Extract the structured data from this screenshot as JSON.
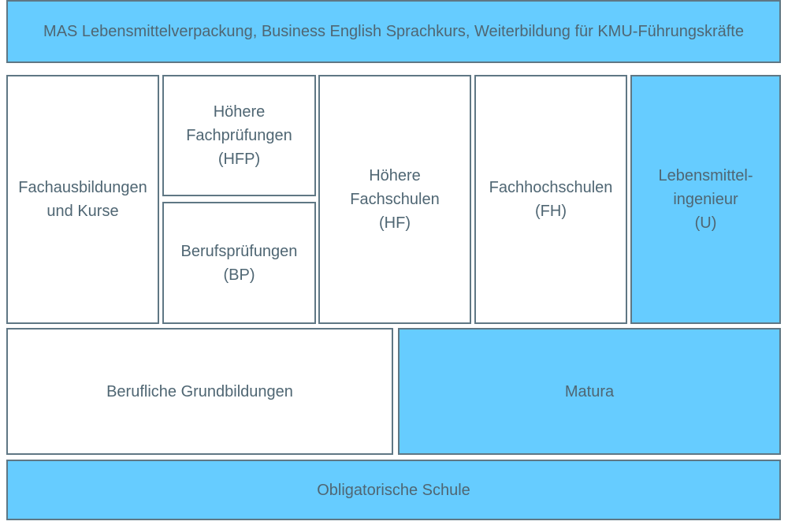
{
  "diagram": {
    "top_bar": "MAS Lebensmittelverpackung, Business English Sprachkurs, Weiterbildung für KMU-Führungskräfte",
    "fachausbildungen": "Fachausbildungen\nund Kurse",
    "hoehere_fachpruefungen": "Höhere\nFachprüfungen\n(HFP)",
    "berufspruefungen": "Berufsprüfungen\n(BP)",
    "hoehere_fachschulen": "Höhere\nFachschulen\n(HF)",
    "fachhochschulen": "Fachhochschulen\n(FH)",
    "universitaet": "Lebensmittel-\ningenieur\n(U)",
    "berufliche_grundbildungen": "Berufliche Grundbildungen",
    "matura": "Matura",
    "obligatorische_schule": "Obligatorische Schule"
  },
  "colors": {
    "highlight": "#66ccff",
    "default": "#ffffff",
    "border": "#5f7784",
    "text": "#4f6673"
  }
}
